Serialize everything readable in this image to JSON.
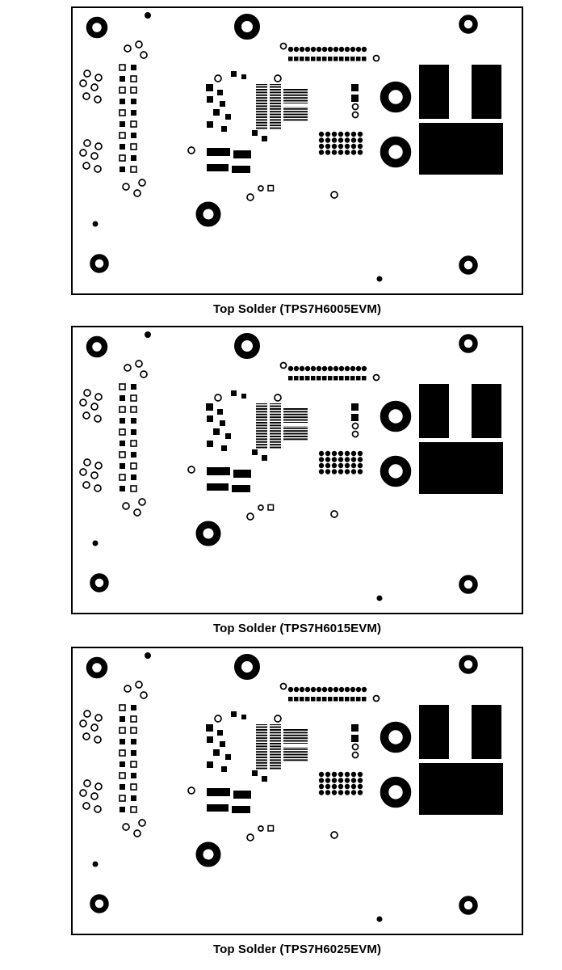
{
  "figure": {
    "colors": {
      "artwork": "#000000",
      "board_background": "#ffffff"
    },
    "panels": [
      {
        "device": "TPS7H6005EVM",
        "caption": "Top Solder (TPS7H6005EVM)"
      },
      {
        "device": "TPS7H6015EVM",
        "caption": "Top Solder (TPS7H6015EVM)"
      },
      {
        "device": "TPS7H6025EVM",
        "caption": "Top Solder (TPS7H6025EVM)"
      }
    ]
  }
}
